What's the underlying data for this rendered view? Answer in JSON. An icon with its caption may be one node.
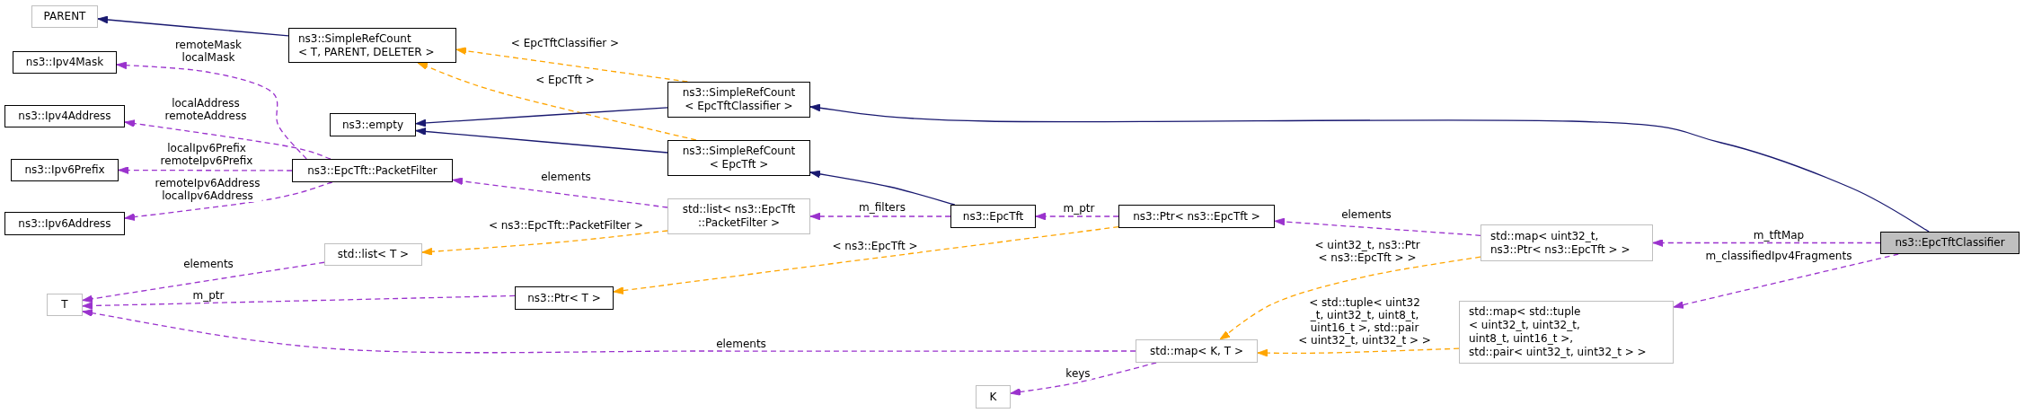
{
  "diagram": {
    "nodes": [
      {
        "text": [
          "PARENT"
        ]
      },
      {
        "text": [
          "ns3::SimpleRefCount < T, PARENT, DELETER >"
        ]
      },
      {
        "text": [
          "ns3::Ipv4Mask"
        ]
      },
      {
        "text": [
          "ns3::Ipv4Address"
        ]
      },
      {
        "text": [
          "ns3::Ipv6Prefix"
        ]
      },
      {
        "text": [
          "ns3::Ipv6Address"
        ]
      },
      {
        "text": [
          "ns3::empty"
        ]
      },
      {
        "text": [
          "ns3::EpcTft::PacketFilter"
        ]
      },
      {
        "text": [
          "ns3::SimpleRefCount < EpcTftClassifier >"
        ]
      },
      {
        "text": [
          "ns3::SimpleRefCount < EpcTft >"
        ]
      },
      {
        "text": [
          "std::list< ns3::EpcTft ::PacketFilter >"
        ]
      },
      {
        "text": [
          "ns3::EpcTft"
        ]
      },
      {
        "text": [
          "ns3::Ptr< ns3::EpcTft >"
        ]
      },
      {
        "text": [
          "std::list< T >"
        ]
      },
      {
        "text": [
          "ns3::Ptr< T >"
        ]
      },
      {
        "text": [
          "T"
        ]
      },
      {
        "text": [
          "std::map< K, T >"
        ]
      },
      {
        "text": [
          "K"
        ]
      },
      {
        "text": [
          "std::map< uint32_t, ns3::Ptr< ns3::EpcTft > >"
        ]
      },
      {
        "text": [
          "std::map< std::tuple < uint32_t, uint32_t, uint8_t, uint16_t >, std::pair< uint32_t, uint32_t > >"
        ]
      },
      {
        "text": [
          "ns3::EpcTftClassifier"
        ]
      }
    ],
    "edges": [
      {
        "from": 1,
        "to": 0,
        "arrow": "to",
        "color": "#191970"
      },
      {
        "from": 8,
        "to": 1,
        "arrow": "to",
        "label": "< EpcTftClassifier >",
        "style": "dashed",
        "color": "#ffa500"
      },
      {
        "from": 9,
        "to": 1,
        "arrow": "to",
        "label": "< EpcTft >",
        "style": "dashed",
        "color": "#ffa500"
      },
      {
        "from": 8,
        "to": 6,
        "arrow": "to",
        "color": "#191970"
      },
      {
        "from": 9,
        "to": 6,
        "arrow": "to",
        "color": "#191970"
      },
      {
        "from": 7,
        "to": 2,
        "arrow": "to",
        "label": "remoteMask localMask",
        "style": "dashed"
      },
      {
        "from": 7,
        "to": 3,
        "arrow": "to",
        "label": "localAddress remoteAddress",
        "style": "dashed"
      },
      {
        "from": 7,
        "to": 4,
        "arrow": "to",
        "label": "localIpv6Prefix remoteIpv6Prefix",
        "style": "dashed"
      },
      {
        "from": 7,
        "to": 5,
        "arrow": "to",
        "label": "remoteIpv6Address localIpv6Address",
        "style": "dashed"
      },
      {
        "from": 10,
        "to": 7,
        "arrow": "to",
        "label": "elements",
        "style": "dashed"
      },
      {
        "from": 10,
        "to": 13,
        "arrow": "to",
        "label": "< ns3::EpcTft::PacketFilter >",
        "style": "dashed",
        "color": "#ffa500"
      },
      {
        "from": 11,
        "to": 9,
        "arrow": "to",
        "color": "#191970"
      },
      {
        "from": 11,
        "to": 10,
        "arrow": "to",
        "label": "m_filters",
        "style": "dashed"
      },
      {
        "from": 12,
        "to": 11,
        "arrow": "to",
        "label": "m_ptr",
        "style": "dashed"
      },
      {
        "from": 12,
        "to": 14,
        "arrow": "to",
        "label": "< ns3::EpcTft >",
        "style": "dashed",
        "color": "#ffa500"
      },
      {
        "from": 13,
        "to": 15,
        "arrow": "to",
        "label": "elements",
        "style": "dashed"
      },
      {
        "from": 14,
        "to": 15,
        "arrow": "to",
        "label": "m_ptr",
        "style": "dashed"
      },
      {
        "from": 16,
        "to": 15,
        "arrow": "to",
        "label": "elements",
        "style": "dashed"
      },
      {
        "from": 16,
        "to": 17,
        "arrow": "to",
        "label": "keys",
        "style": "dashed"
      },
      {
        "from": 18,
        "to": 12,
        "arrow": "to",
        "label": "elements",
        "style": "dashed"
      },
      {
        "from": 18,
        "to": 16,
        "arrow": "to",
        "label": "< uint32_t, ns3::Ptr < ns3::EpcTft > >",
        "style": "dashed",
        "color": "#ffa500"
      },
      {
        "from": 19,
        "to": 16,
        "arrow": "to",
        "label": "< std::tuple< uint32 _t, uint32_t, uint8_t, uint16_t >, std::pair < uint32_t, uint32_t > >",
        "style": "dashed",
        "color": "#ffa500"
      },
      {
        "from": 20,
        "to": 8,
        "arrow": "to",
        "color": "#191970"
      },
      {
        "from": 20,
        "to": 18,
        "arrow": "to",
        "label": "m_tftMap",
        "style": "dashed"
      },
      {
        "from": 20,
        "to": 19,
        "arrow": "to",
        "label": "m_classifiedIpv4Fragments",
        "style": "dashed"
      }
    ]
  }
}
